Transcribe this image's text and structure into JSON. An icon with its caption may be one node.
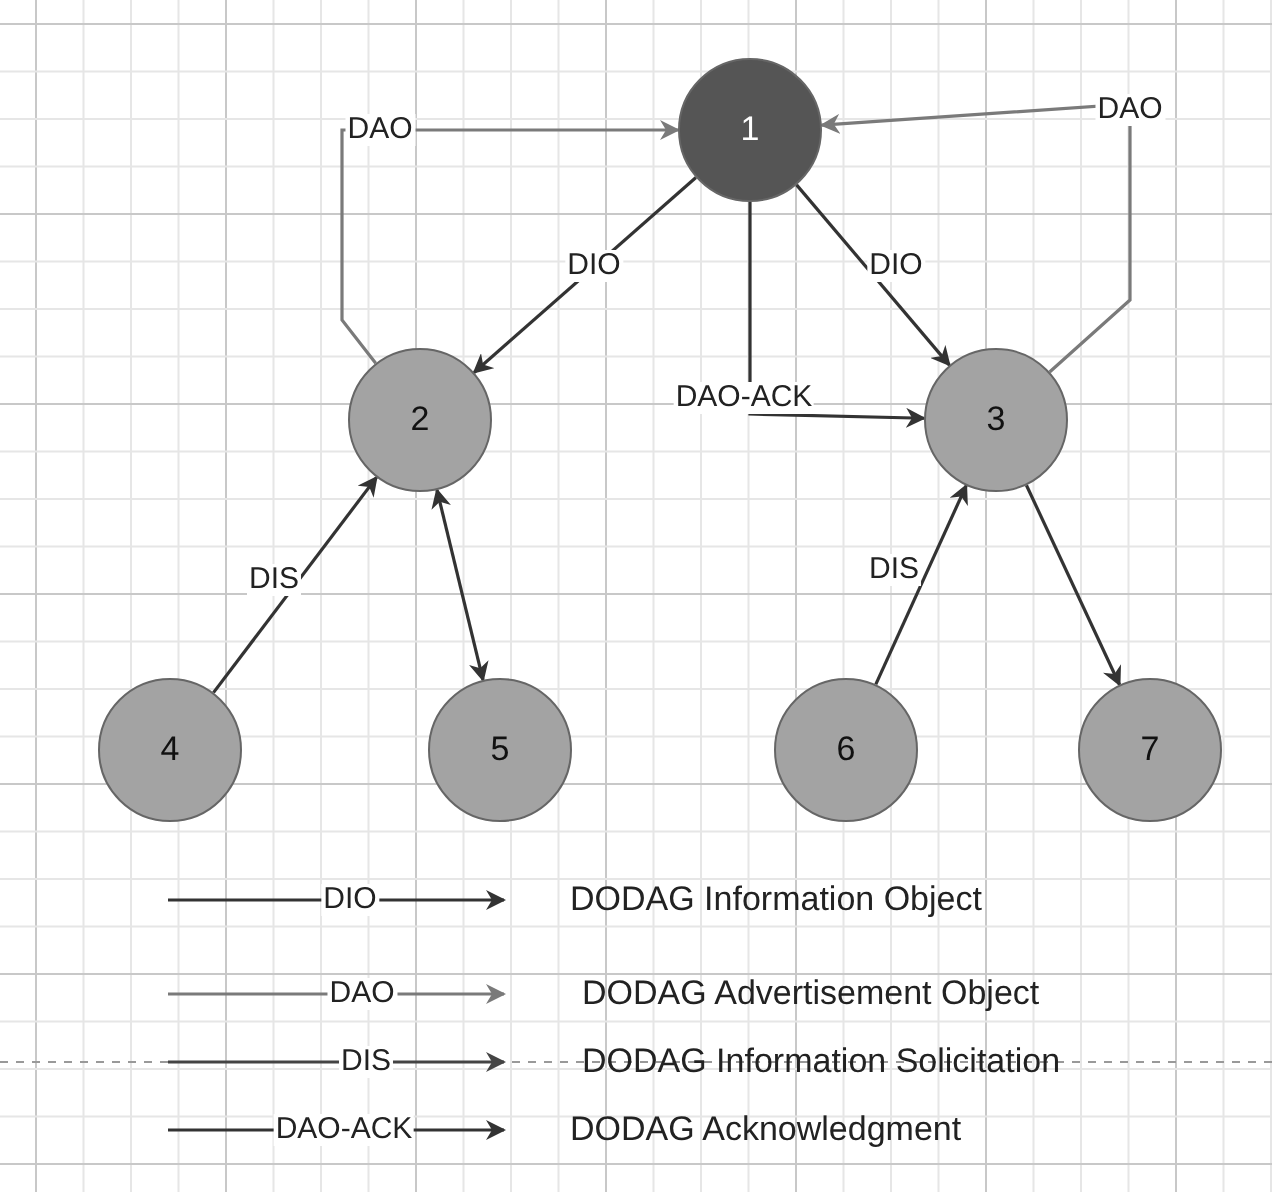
{
  "diagram": {
    "nodes": [
      {
        "text": [
          "1"
        ]
      },
      {
        "text": [
          "2"
        ]
      },
      {
        "text": [
          "3"
        ]
      },
      {
        "text": [
          "4"
        ]
      },
      {
        "text": [
          "5"
        ]
      },
      {
        "text": [
          "6"
        ]
      },
      {
        "text": [
          "7"
        ]
      }
    ],
    "edges": [
      {
        "from": 0,
        "to": 1,
        "arrow": "to",
        "label": "DIO"
      },
      {
        "from": 0,
        "to": 2,
        "arrow": "to",
        "label": "DIO"
      },
      {
        "from": 0,
        "to": 2,
        "arrow": "to",
        "label": "DAO-ACK"
      },
      {
        "from": 1,
        "to": 0,
        "arrow": "to",
        "label": "DAO",
        "color": "#7a7a7a"
      },
      {
        "from": 2,
        "to": 0,
        "arrow": "to",
        "label": "DAO",
        "color": "#7a7a7a"
      },
      {
        "from": 3,
        "to": 1,
        "arrow": "to",
        "label": "DIS"
      },
      {
        "from": 1,
        "to": 4,
        "arrow": "both"
      },
      {
        "from": 5,
        "to": 2,
        "arrow": "to",
        "label": "DIS"
      },
      {
        "from": 2,
        "to": 6,
        "arrow": "to"
      }
    ],
    "labels": [
      "DIO",
      "DAO",
      "DIS",
      "DAO-ACK"
    ],
    "legend": [
      {
        "text": "DODAG Information Object"
      },
      {
        "text": "DODAG Advertisement Object"
      },
      {
        "text": "DODAG Information Solicitation"
      },
      {
        "text": "DODAG  Acknowledgment"
      }
    ]
  }
}
